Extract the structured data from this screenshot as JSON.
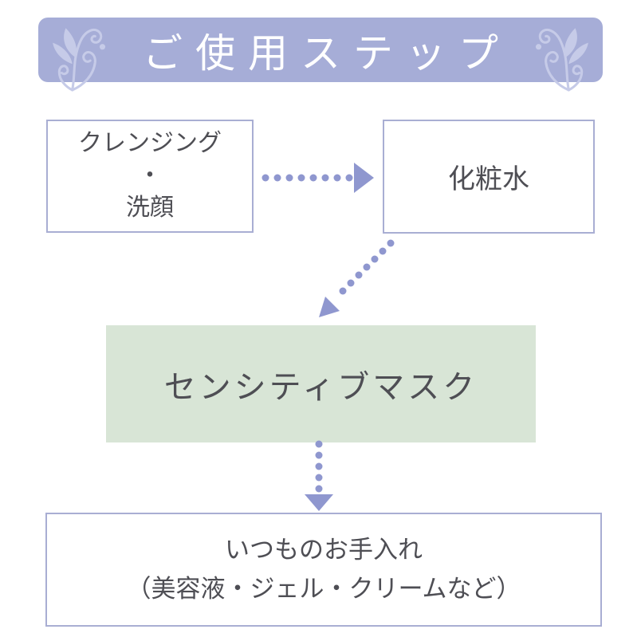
{
  "header": {
    "title": "ご使用ステップ"
  },
  "steps": [
    {
      "id": "cleansing",
      "lines": [
        "クレンジング",
        "・",
        "洗顔"
      ]
    },
    {
      "id": "lotion",
      "label": "化粧水"
    },
    {
      "id": "sensitive-mask",
      "label": "センシティブマスク"
    },
    {
      "id": "usual-care",
      "lines": [
        "いつものお手入れ",
        "（美容液・ジェル・クリームなど）"
      ]
    }
  ],
  "icons": {
    "flourish_left": "floral-flourish-ornament",
    "flourish_right": "floral-flourish-ornament-mirrored",
    "arrow_right": "dotted-arrow-right",
    "arrow_diagonal": "dotted-arrow-down-left",
    "arrow_down": "dotted-arrow-down"
  },
  "colors": {
    "banner-bg": "#a6add7",
    "title-color": "#ffffff",
    "flourish-color": "#c6cbe8",
    "box-border": "#a9aed3",
    "arrow-color": "#8f97cf",
    "text-color": "#4e4e54",
    "mask-bg": "#d8e5d6"
  }
}
